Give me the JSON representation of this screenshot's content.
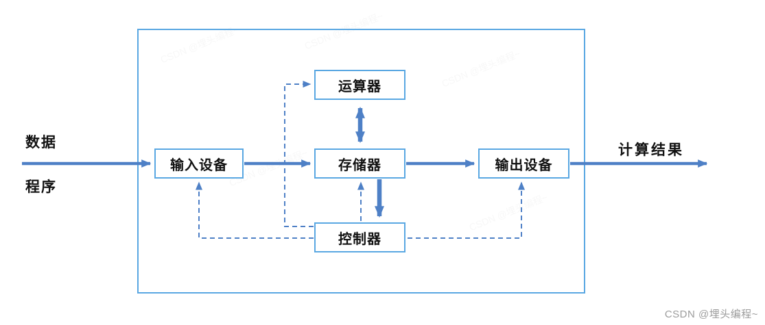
{
  "diagram": {
    "left_labels": [
      "数据",
      "程序"
    ],
    "result_label": "计算结果",
    "boxes": {
      "input": "输入设备",
      "alu": "运算器",
      "memory": "存储器",
      "control": "控制器",
      "output": "输出设备"
    },
    "colors": {
      "box_border": "#59A7E2",
      "arrow_blue": "#4E80C6",
      "text": "#111111",
      "watermark_gray": "#9C9C9C"
    },
    "connections": [
      {
        "from": "数据/程序",
        "to": "输入设备",
        "style": "solid",
        "meaning": "data-program-input"
      },
      {
        "from": "输入设备",
        "to": "存储器",
        "style": "solid",
        "meaning": "data-flow"
      },
      {
        "from": "存储器",
        "to": "运算器",
        "style": "solid-thick",
        "meaning": "bidirectional-data"
      },
      {
        "from": "存储器",
        "to": "控制器",
        "style": "solid-thick",
        "meaning": "instruction-flow"
      },
      {
        "from": "存储器",
        "to": "输出设备",
        "style": "solid",
        "meaning": "data-flow"
      },
      {
        "from": "输出设备",
        "to": "计算结果",
        "style": "solid",
        "meaning": "result-output"
      },
      {
        "from": "控制器",
        "to": "存储器",
        "style": "dashed",
        "meaning": "control-signal"
      },
      {
        "from": "控制器",
        "to": "运算器",
        "style": "dashed",
        "meaning": "control-signal"
      },
      {
        "from": "控制器",
        "to": "输入设备",
        "style": "dashed",
        "meaning": "control-signal"
      },
      {
        "from": "控制器",
        "to": "输出设备",
        "style": "dashed",
        "meaning": "control-signal"
      }
    ]
  },
  "watermark": "CSDN @埋头编程~"
}
